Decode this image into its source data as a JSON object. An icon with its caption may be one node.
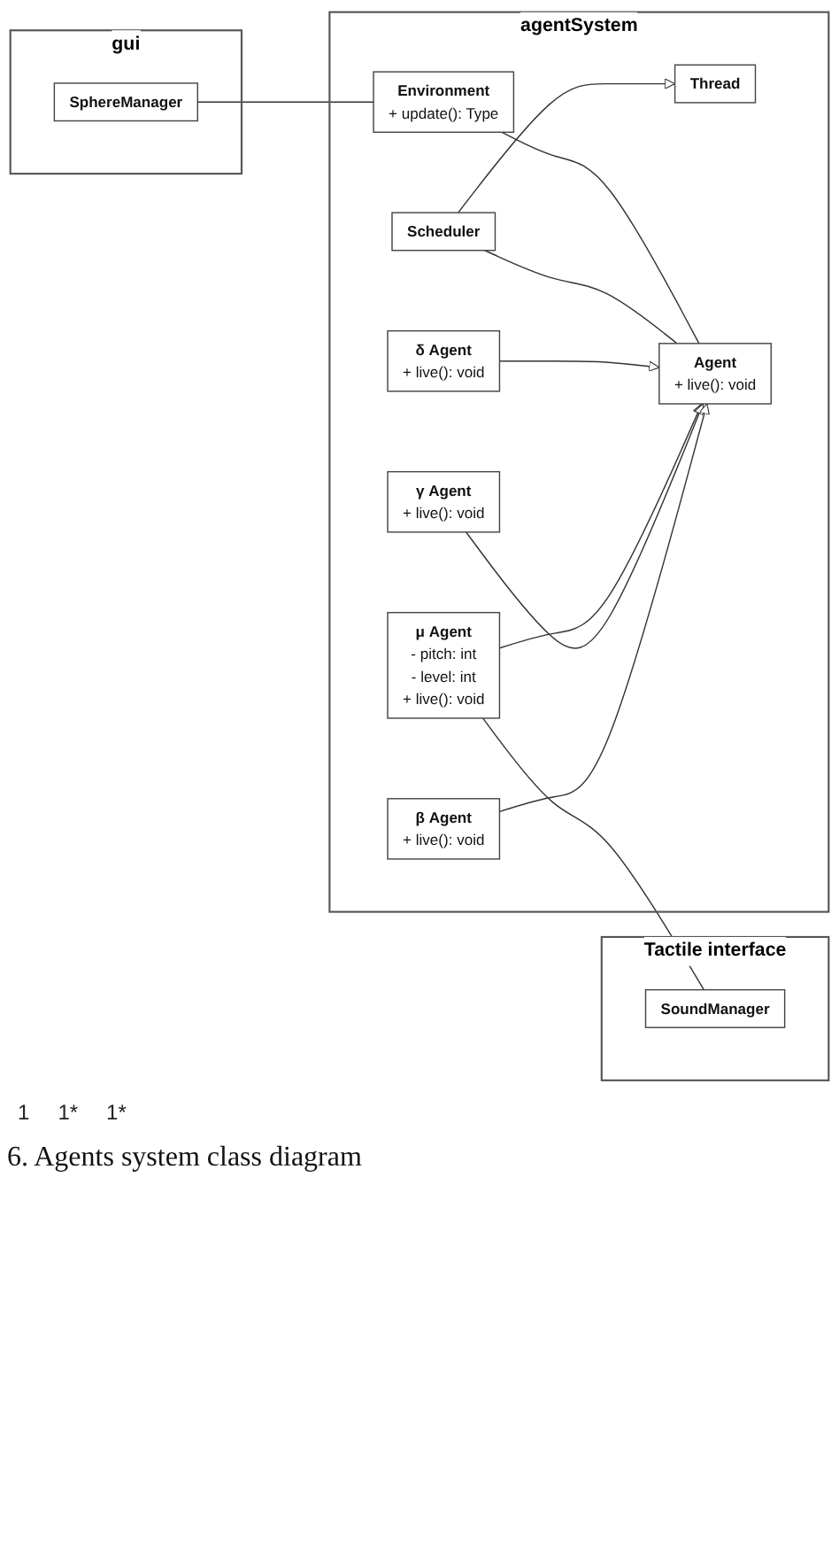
{
  "diagram": {
    "nodes": [
      {
        "text": [
          "gui"
        ]
      },
      {
        "text": [
          "SphereManager"
        ],
        "in": 0
      },
      {
        "text": [
          "agentSystem"
        ]
      },
      {
        "text": [
          "Environment",
          "+ update(): Type"
        ],
        "in": 2
      },
      {
        "text": [
          "Scheduler"
        ],
        "in": 2
      },
      {
        "text": [
          "Thread"
        ],
        "in": 2
      },
      {
        "text": [
          "Agent",
          "+ live(): void"
        ],
        "in": 2
      },
      {
        "text": [
          "δ Agent",
          "+ live(): void"
        ],
        "in": 2
      },
      {
        "text": [
          "μ Agent",
          "- pitch: int",
          "- level: int",
          "+ live(): void"
        ],
        "in": 2
      },
      {
        "text": [
          "γ Agent",
          "+ live(): void"
        ],
        "in": 2
      },
      {
        "text": [
          "β Agent",
          "+ live(): void"
        ],
        "in": 2
      },
      {
        "text": [
          "Tactile interface"
        ]
      },
      {
        "text": [
          "SoundManager"
        ],
        "in": 11
      }
    ],
    "edges": [
      {
        "from": 1,
        "to": 3,
        "arrow": "none"
      },
      {
        "from": 3,
        "to": 6,
        "arrow": "none"
      },
      {
        "from": 4,
        "to": 5,
        "arrow": "to"
      },
      {
        "from": 4,
        "to": 6,
        "arrow": "none"
      },
      {
        "from": 7,
        "to": 6,
        "arrow": "to"
      },
      {
        "from": 8,
        "to": 6,
        "arrow": "to"
      },
      {
        "from": 9,
        "to": 6,
        "arrow": "to"
      },
      {
        "from": 10,
        "to": 6,
        "arrow": "to"
      },
      {
        "from": 8,
        "to": 12,
        "arrow": "none"
      }
    ],
    "labels": [
      "1",
      "1*",
      "1*"
    ],
    "caption": "6. Agents system class diagram"
  }
}
